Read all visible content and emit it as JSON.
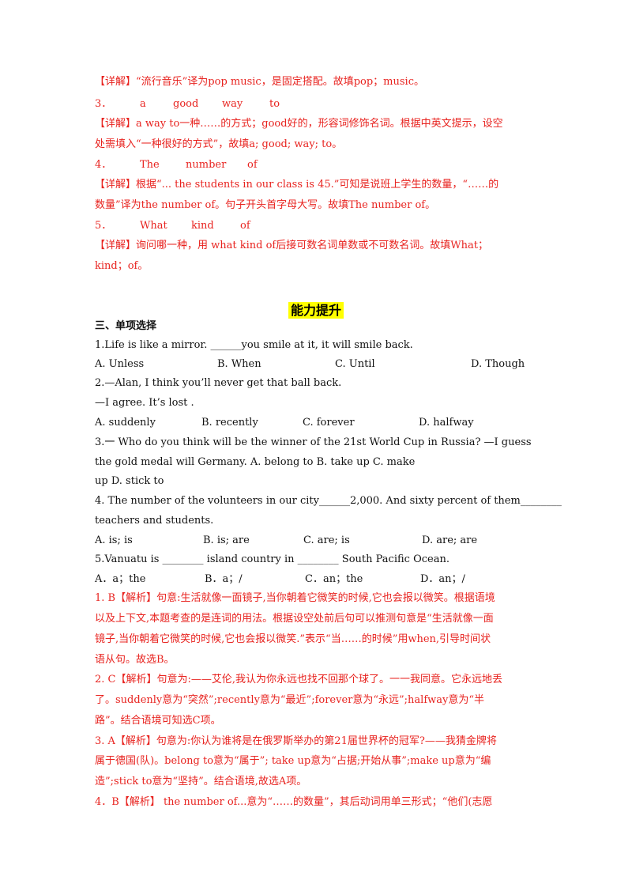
{
  "lines": {
    "l1": "【详解】“流行音乐”译为pop music，是固定搭配。故填pop；music。",
    "l2": [
      "3．",
      "a",
      "good",
      "way",
      "to"
    ],
    "l3": "【详解】a way to一种……的方式；good好的，形容词修饰名词。根据中英文提示，设空",
    "l4": "处需填入“一种很好的方式”，故填a; good; way; to。",
    "l5": [
      "4．",
      "The",
      "number",
      "of"
    ],
    "l6": "【详解】根据“... the students in our class is 45.”可知是说班上学生的数量，“……的",
    "l7": "数量”译为the number of。句子开头首字母大写。故填The number of。",
    "l8": [
      "5．",
      "What",
      "kind",
      "of"
    ],
    "l9": "【详解】询问哪一种，用 what kind of后接可数名词单数或不可数名词。故填What；",
    "l10": "kind；of。"
  },
  "header": "能力提升",
  "section": "三、单项选择",
  "questions": {
    "q1": "1.Life is like a mirror. ______you smile at it, it will smile back.",
    "q1_opts": [
      "A. Unless",
      "B. When",
      "C. Until",
      "D. Though"
    ],
    "q2": "2.—Alan, I think you’ll never get that ball back.",
    "q2b": "—I agree. It’s lost              .",
    "q2_opts": [
      "A. suddenly",
      "B. recently",
      "C. forever",
      "D. halfway"
    ],
    "q3a": "3.一 Who do you think will be the winner of the 21st World Cup in Russia? —I guess",
    "q3b": "the gold medal will       Germany.  A.  belong  to                 B.  take  up              C.  make",
    "q3c": "up                D.  stick  to",
    "q4a": "4. The number of the volunteers in our city______2,000. And sixty percent of them________",
    "q4b": "teachers and students.",
    "q4_opts": [
      "A. is; is",
      "B. is; are",
      "C. are; is",
      "D. are; are"
    ],
    "q5": "5.Vanuatu is ________ island country in ________ South Pacific Ocean.",
    "q5_opts": [
      "A．a；the",
      "B．a；/",
      "C．an；the",
      "D．an；/"
    ]
  },
  "answers": {
    "a1": "1. B【解析】句意:生活就像一面镜子,当你朝着它微笑的时候,它也会报以微笑。根据语境",
    "a1b": "以及上下文,本题考查的是连词的用法。根据设空处前后句可以推测句意是“生活就像一面",
    "a1c": "镜子,当你朝着它微笑的时候,它也会报以微笑.”表示“当……的时候”用when,引导时间状",
    "a1d": "语从句。故选B。",
    "a2": "2. C【解析】句意为:——艾伦,我认为你永远也找不回那个球了。一一我同意。它永远地丢",
    "a2b": "了。suddenly意为“突然”;recently意为“最近”;forever意为“永远”;halfway意为“半",
    "a2c": "路”。结合语境可知选C项。",
    "a3": "3. A【解析】句意为:你认为谁将是在俄罗斯举办的第21届世界杯的冠军?——我猜金牌将",
    "a3b": "属于德国(队)。belong to意为“属于”; take up意为“占据;开始从事”;make up意为“编",
    "a3c": "造”;stick to意为“坚持”。结合语境,故选A项。",
    "a4": "4．B【解析】 the number of...意为“……的数量”，其后动词用单三形式；“他们(志愿"
  }
}
